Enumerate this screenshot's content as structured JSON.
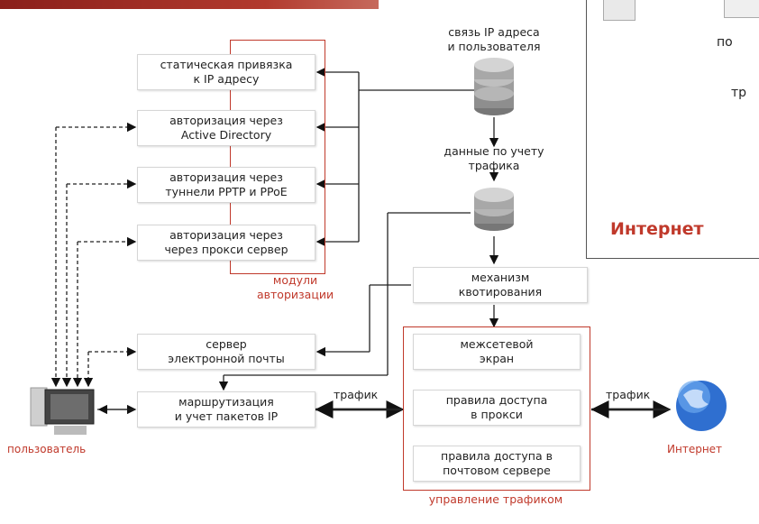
{
  "modules": {
    "m1": [
      "статическая привязка",
      "к IP адресу"
    ],
    "m2": [
      "авторизация через",
      "Active Directory"
    ],
    "m3": [
      "авторизация через",
      "туннели PPTP и PPoE"
    ],
    "m4": [
      "авторизация через",
      "через прокси сервер"
    ],
    "caption": [
      "модули",
      "авторизации"
    ]
  },
  "db1_label": [
    "связь IP адреса",
    "и пользователя"
  ],
  "db2_label": [
    "данные по учету",
    "трафика"
  ],
  "quota": [
    "механизм",
    "квотирования"
  ],
  "mail": [
    "сервер",
    "электронной почты"
  ],
  "routing": [
    "маршрутизация",
    "и учет пакетов IP"
  ],
  "traffic_mgmt": {
    "firewall": [
      "межсетевой",
      "экран"
    ],
    "proxy": [
      "правила доступа",
      "в прокси"
    ],
    "mailrules": [
      "правила доступа в",
      "почтовом сервере"
    ],
    "caption": "управление трафиком"
  },
  "traffic_left": "трафик",
  "traffic_right": "трафик",
  "user_label": "пользователь",
  "internet_label": "Интернет",
  "inset": {
    "internet_label": "Интернет",
    "clip1": "по",
    "clip2": "тр"
  }
}
